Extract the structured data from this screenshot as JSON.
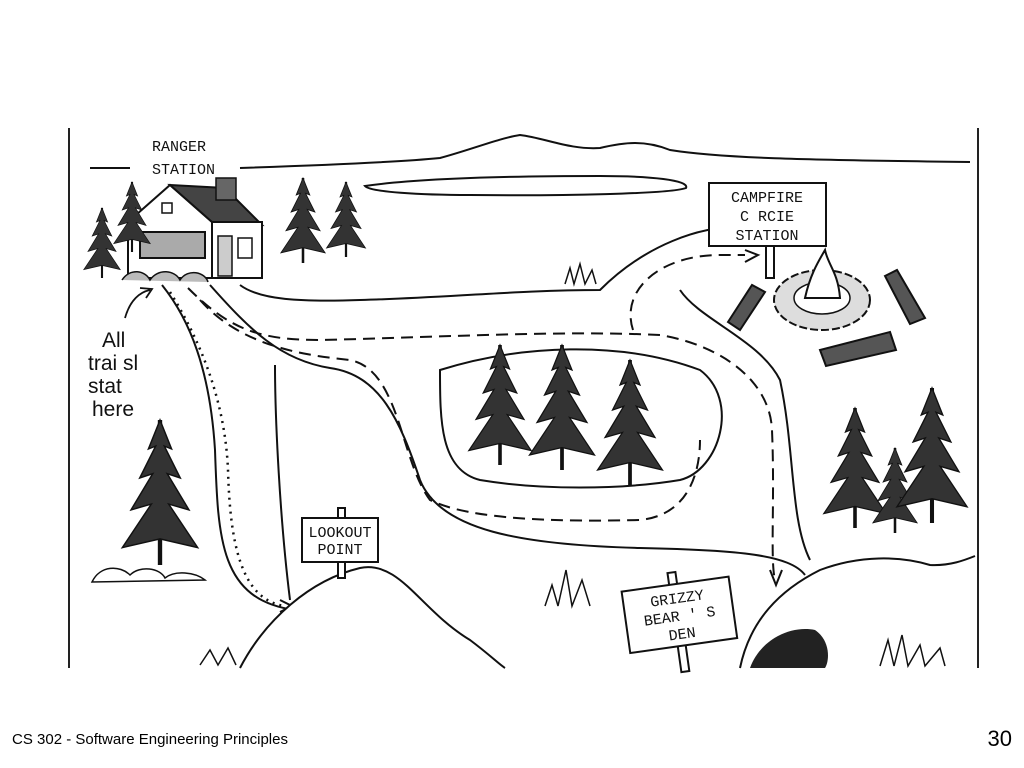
{
  "slide": {
    "footer": "CS 302 - Software Engineering Principles",
    "page_number": "30"
  },
  "map": {
    "ranger_station": [
      "RANGER",
      "STATION"
    ],
    "start_note": [
      "All",
      "trai sl",
      "stat",
      "here"
    ],
    "campfire_sign": [
      "CAMPFIRE",
      "C RCIE",
      "STATION"
    ],
    "lookout_sign": [
      "LOOKOUT",
      "POINT"
    ],
    "grizzly_sign": [
      "GRIZZY",
      "BEAR ' S",
      "DEN"
    ]
  }
}
